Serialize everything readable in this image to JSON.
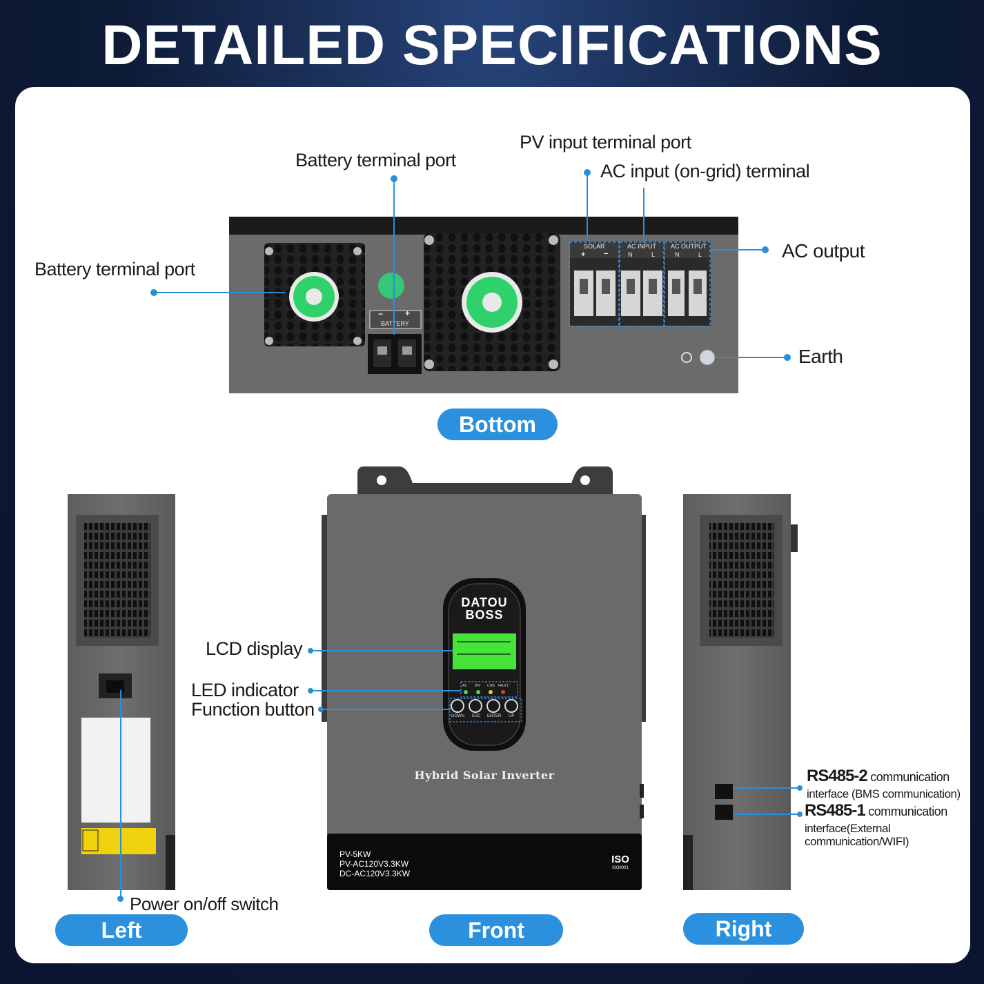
{
  "title": "DETAILED SPECIFICATIONS",
  "bottom_view": {
    "battery_terminal_top": "Battery terminal port",
    "battery_terminal_left": "Battery terminal port",
    "pv_input": "PV input terminal port",
    "ac_input": "AC input (on-grid) terminal",
    "ac_output": "AC output",
    "earth": "Earth",
    "view_label": "Bottom",
    "panel_text": {
      "solar": "SOLAR",
      "ac_input": "AC INPUT",
      "ac_output": "AC OUTPUT",
      "battery": "BATTERY",
      "plus": "+",
      "minus": "−",
      "n": "N",
      "l": "L"
    }
  },
  "front_view": {
    "lcd_display": "LCD display",
    "led_indicator": "LED indicator",
    "function_button": "Function button",
    "brand_line1": "DATOU",
    "brand_line2": "BOSS",
    "product_name": "Hybrid Solar Inverter",
    "model_lines": [
      "PV-5KW",
      "PV-AC120V3.3KW",
      "DC-AC120V3.3KW"
    ],
    "iso": "ISO",
    "iso_sub": "ISO9001",
    "led_labels": [
      "AC",
      "INV",
      "CHG",
      "FAULT"
    ],
    "button_labels": [
      "DOWN",
      "ESC",
      "ENTER",
      "UP"
    ],
    "view_label": "Front"
  },
  "left_view": {
    "power_switch": "Power on/off switch",
    "view_label": "Left"
  },
  "right_view": {
    "rs485_2_name": "RS485-2",
    "rs485_2_rest": " communication",
    "rs485_2_line2": "interface (BMS communication)",
    "rs485_1_name": "RS485-1",
    "rs485_1_rest": " communication",
    "rs485_1_line2": "interface(External",
    "rs485_1_line3": "communication/WIFI)",
    "view_label": "Right"
  },
  "colors": {
    "accent": "#2b91de",
    "background": "#0d1a35",
    "lcd": "#3fe03a"
  }
}
